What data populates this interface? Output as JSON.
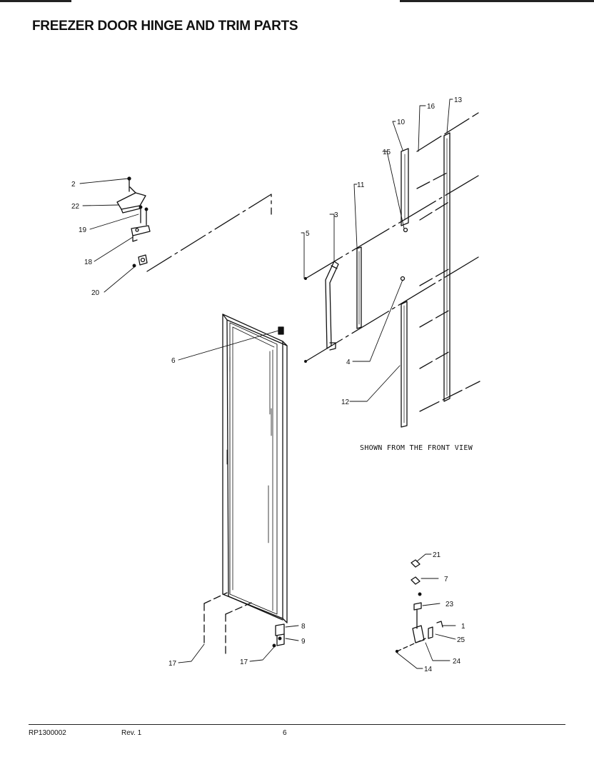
{
  "title": "FREEZER DOOR HINGE AND TRIM PARTS",
  "note": "SHOWN FROM THE FRONT VIEW",
  "callouts": {
    "c1": "1",
    "c2": "2",
    "c3": "3",
    "c4": "4",
    "c5": "5",
    "c6": "6",
    "c7": "7",
    "c8": "8",
    "c9": "9",
    "c10": "10",
    "c11": "11",
    "c12": "12",
    "c13": "13",
    "c14": "14",
    "c15": "15",
    "c16": "16",
    "c17a": "17",
    "c17b": "17",
    "c18": "18",
    "c19": "19",
    "c20": "20",
    "c21": "21",
    "c22": "22",
    "c23": "23",
    "c24": "24",
    "c25": "25"
  },
  "footer": {
    "code": "RP1300002",
    "rev": "Rev. 1",
    "page": "6"
  }
}
